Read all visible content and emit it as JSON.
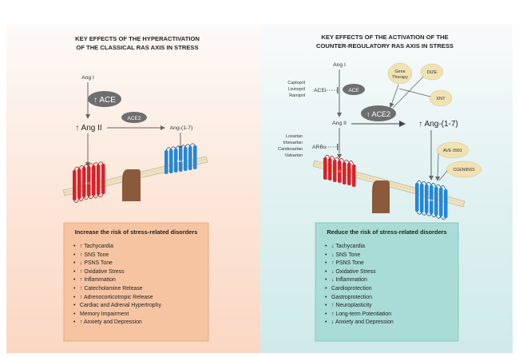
{
  "colors": {
    "left_bg": "#fbe3d4",
    "right_bg": "#d9eeee",
    "left_box": "#f7c4a2",
    "right_box": "#a9dcd6",
    "receptor_at1": "#d8222a",
    "receptor_mas": "#2387d6",
    "pill_gray": "#6e6e6e",
    "bubble": "#f1e2b3",
    "fulcrum": "#8a5a3b"
  },
  "left": {
    "title_line1": "KEY EFFECTS OF THE HYPERACTIVATION",
    "title_line2": "OF THE CLASSICAL RAS AXIS IN STRESS",
    "ang_i": "Ang I",
    "ace": "↑ ACE",
    "ang_ii": "↑ Ang II",
    "ace2": "ACE2",
    "ang17": "Ang-(1-7)",
    "receptor_at1": "AT1",
    "receptor_mas": "MAS",
    "box_title": "Increase the risk of stress-related disorders",
    "items": [
      {
        "bullet": "•",
        "text": "↑ Tachycardia"
      },
      {
        "bullet": "•",
        "text": "↑ SNS Tone"
      },
      {
        "bullet": "•",
        "text": "↓ PSNS Tone"
      },
      {
        "bullet": "•",
        "text": "↑ Oxidative Stress"
      },
      {
        "bullet": "•",
        "text": "↑ Inflammation"
      },
      {
        "bullet": "•",
        "text": "↑ Catecholamine Release"
      },
      {
        "bullet": "•",
        "text": "↑ Adrenocorticotropic Release"
      },
      {
        "bullet": "•",
        "text": "Cardiac and Adrenal Hypertrophy"
      },
      {
        "bullet": "•",
        "text": "Memory Impairment"
      },
      {
        "bullet": "•",
        "text": "↑ Anxiety and Depression"
      }
    ]
  },
  "right": {
    "title_line1": "KEY EFFECTS OF THE ACTIVATION OF THE",
    "title_line2": "COUNTER-REGULATORY RAS AXIS IN STRESS",
    "ang_i": "Ang I",
    "acei": "ACEi",
    "acei_drugs": [
      "Captopril",
      "Lisinopril",
      "Ramipril"
    ],
    "ace": "ACE",
    "ace2": "↑ ACE2",
    "ang_ii": "Ang II",
    "ang17": "↑ Ang-(1-7)",
    "arbs": "ARBs",
    "arb_drugs": [
      "Losartan",
      "Irbesartan",
      "Candesartan",
      "Valsartan"
    ],
    "gene_therapy": [
      "Gene",
      "Therapy"
    ],
    "dize": "DIZE",
    "xnt": "XNT",
    "ave": "AVE 0991",
    "cgen": "CGEN856S",
    "receptor_at1": "AT1",
    "receptor_mas": "MAS",
    "box_title": "Reduce the risk of stress-related disorders",
    "items": [
      {
        "bullet": "•",
        "text": "↓ Tachycardia"
      },
      {
        "bullet": "•",
        "text": "↓ SNS Tone"
      },
      {
        "bullet": "•",
        "text": "↑ PSNS Tone"
      },
      {
        "bullet": "•",
        "text": "↓ Oxidative Stress"
      },
      {
        "bullet": "•",
        "text": "↓ Inflammation"
      },
      {
        "bullet": "•",
        "text": "Cardioprotection"
      },
      {
        "bullet": "•",
        "text": "Gastroprotection"
      },
      {
        "bullet": "•",
        "text": "↑ Neuroplasticity"
      },
      {
        "bullet": "•",
        "text": "↑ Long-term Potentiation"
      },
      {
        "bullet": "•",
        "text": "↓ Anxiety and Depression"
      }
    ]
  }
}
